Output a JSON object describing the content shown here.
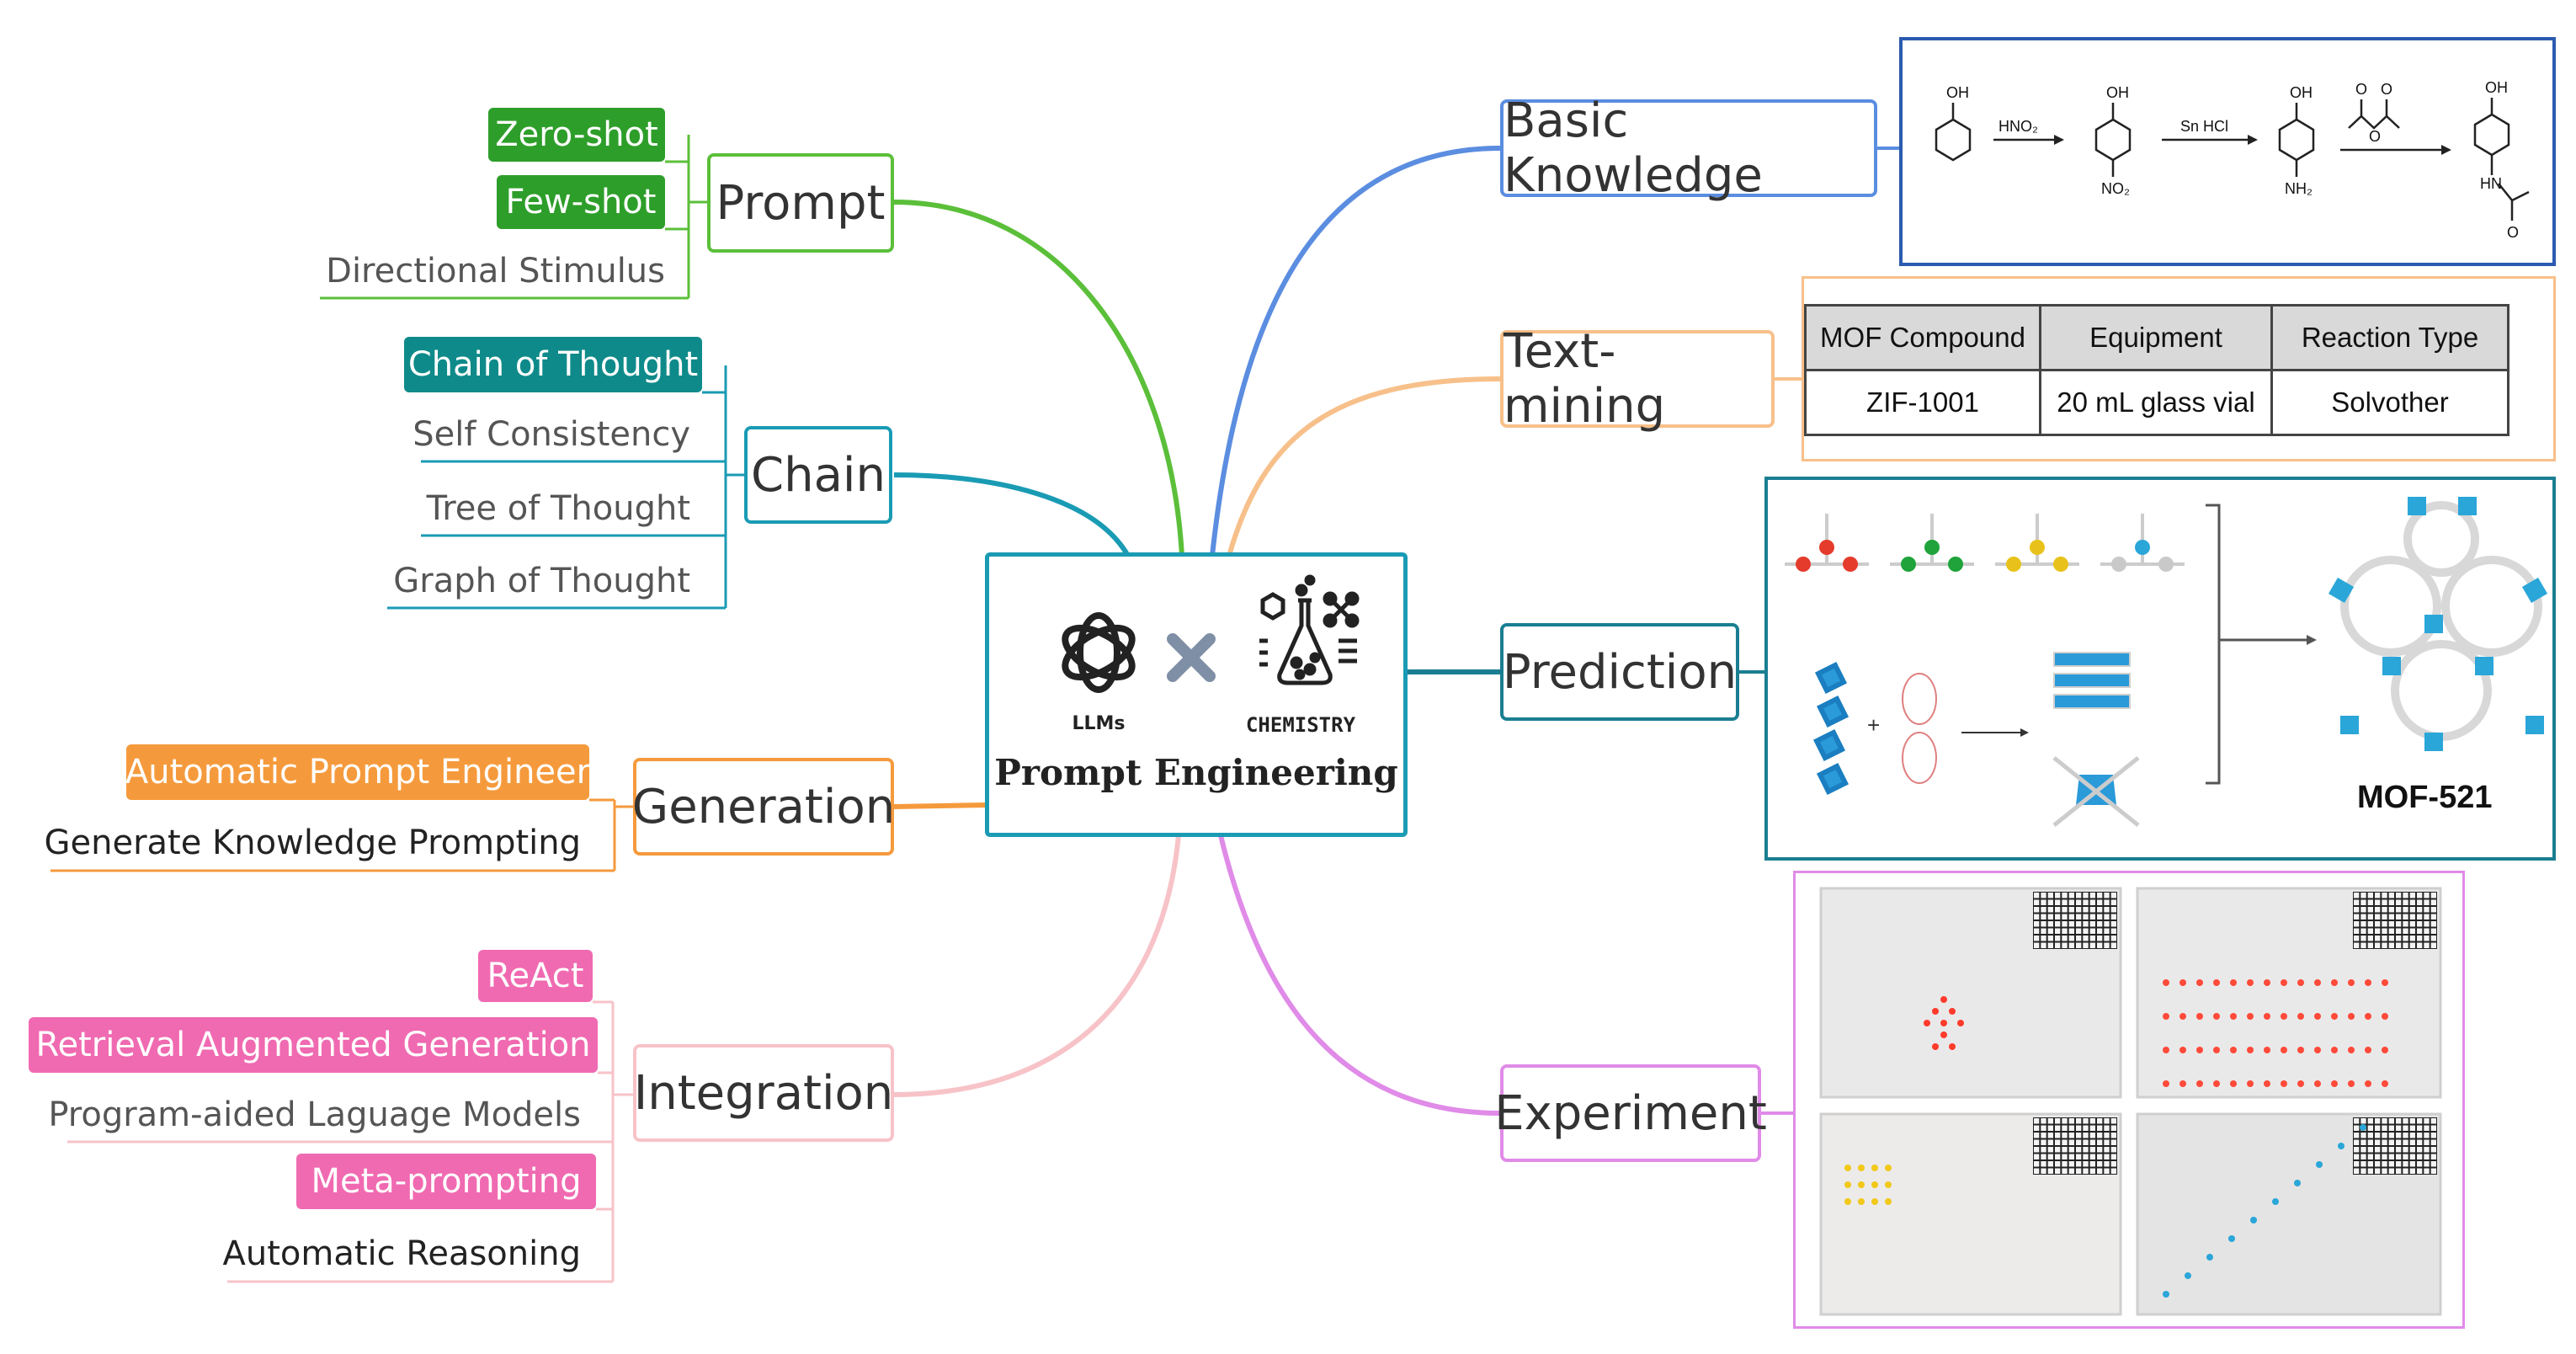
{
  "center": {
    "title": "Prompt Engineering",
    "llm_label": "LLMs",
    "chem_label": "CHEMISTRY",
    "icons": [
      "openai-logo-icon",
      "cross-icon",
      "flask-molecule-icon"
    ]
  },
  "colors": {
    "center": "#1a9bb4",
    "prompt": "#5bbf3a",
    "prompt_tag": "#2e9e2a",
    "chain": "#1a9bb4",
    "chain_tag": "#0f8a8a",
    "generation": "#f59a3c",
    "generation_tag": "#f59a3c",
    "integration": "#f7c3c8",
    "integration_tag": "#f06ab1",
    "basic": "#5b8de0",
    "textmining": "#f7c08a",
    "prediction": "#1a7e92",
    "experiment": "#e08be8"
  },
  "branches": {
    "prompt": {
      "label": "Prompt",
      "items": [
        {
          "text": "Zero-shot",
          "highlight": true
        },
        {
          "text": "Few-shot",
          "highlight": true
        },
        {
          "text": "Directional Stimulus",
          "highlight": false
        }
      ]
    },
    "chain": {
      "label": "Chain",
      "items": [
        {
          "text": "Chain of Thought",
          "highlight": true
        },
        {
          "text": "Self Consistency",
          "highlight": false
        },
        {
          "text": "Tree of Thought",
          "highlight": false
        },
        {
          "text": "Graph of Thought",
          "highlight": false
        }
      ]
    },
    "generation": {
      "label": "Generation",
      "items": [
        {
          "text": "Automatic Prompt Engineer",
          "highlight": true
        },
        {
          "text": "Generate Knowledge Prompting",
          "highlight": false
        }
      ]
    },
    "integration": {
      "label": "Integration",
      "items": [
        {
          "text": "ReAct",
          "highlight": true
        },
        {
          "text": "Retrieval Augmented Generation",
          "highlight": true
        },
        {
          "text": "Program-aided Laguage Models",
          "highlight": false
        },
        {
          "text": "Meta-prompting",
          "highlight": true
        },
        {
          "text": "Automatic Reasoning",
          "highlight": false
        }
      ]
    },
    "basic": {
      "label": "Basic Knowledge",
      "reagents": [
        "HNO₂",
        "Sn HCl"
      ],
      "groups": [
        "OH",
        "OH",
        "OH",
        "OH",
        "NO₂",
        "NH₂",
        "HN",
        "O",
        "O",
        "O",
        "O"
      ]
    },
    "textmining": {
      "label": "Text-mining",
      "table": {
        "headers": [
          "MOF Compound",
          "Equipment",
          "Reaction Type"
        ],
        "rows": [
          [
            "ZIF-1001",
            "20 mL glass vial",
            "Solvother"
          ]
        ]
      }
    },
    "prediction": {
      "label": "Prediction",
      "product": "MOF-521"
    },
    "experiment": {
      "label": "Experiment"
    }
  }
}
